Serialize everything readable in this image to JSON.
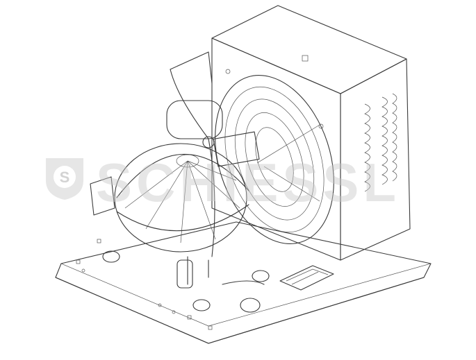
{
  "image": {
    "subject": "Condensing unit technical line drawing",
    "components": [
      "hermetic compressor",
      "condenser fan with guard",
      "condenser coil",
      "base plate",
      "service valves",
      "nameplate",
      "suction/discharge piping"
    ]
  },
  "watermark": {
    "logo_letter": "S",
    "text": "SCHIESSL",
    "color": "#c8c8c8"
  }
}
